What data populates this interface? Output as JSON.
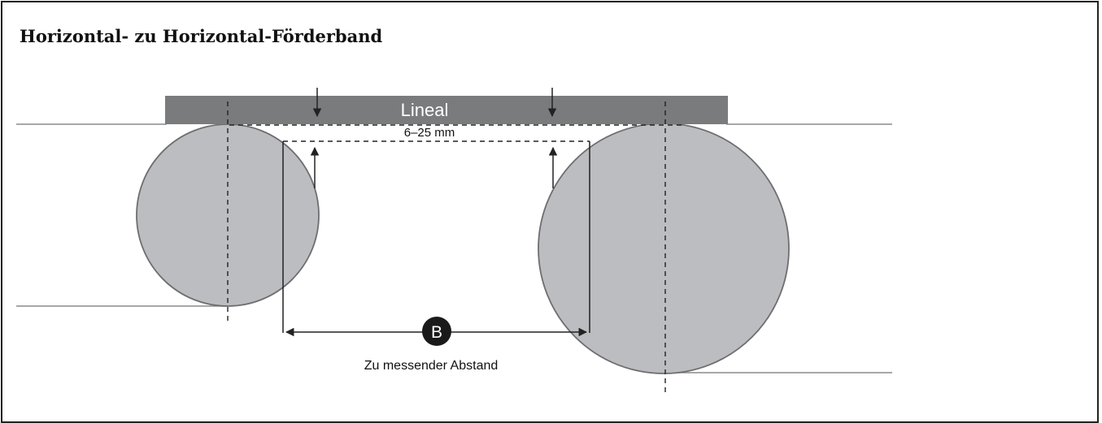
{
  "title": "Horizontal- zu Horizontal-Förderband",
  "labels": {
    "ruler": "Lineal",
    "gap": "6–25 mm",
    "marker": "B",
    "distance": "Zu messender Abstand"
  },
  "colors": {
    "ruler_fill": "#7a7b7d",
    "roller_fill": "#bcbdc0",
    "roller_stroke": "#6e6e70",
    "line": "#222222",
    "marker_fill": "#1a1a1a",
    "marker_text": "#ffffff",
    "belt_line": "#8a8a8a"
  }
}
